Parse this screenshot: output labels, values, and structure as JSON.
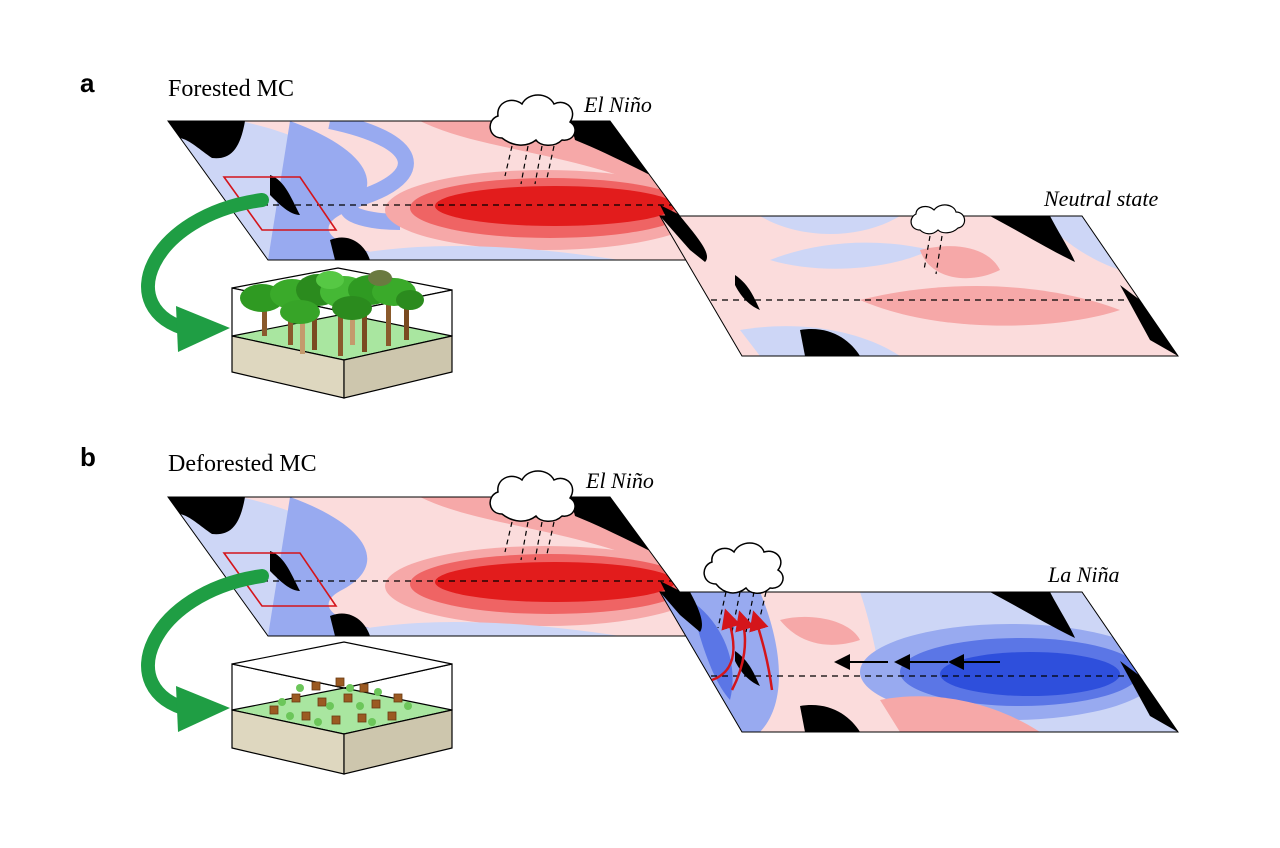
{
  "panels": [
    {
      "letter": "a",
      "title": "Forested MC",
      "left_state": "El Niño",
      "right_state": "Neutral state",
      "land_scene": "forest"
    },
    {
      "letter": "b",
      "title": "Deforested MC",
      "left_state": "El Niño",
      "right_state": "La Niña",
      "land_scene": "deforested"
    }
  ],
  "colors": {
    "warm_1": "#fbdcdc",
    "warm_2": "#f6a8a8",
    "warm_3": "#ef6464",
    "warm_4": "#e21c1c",
    "cool_1": "#cdd6f6",
    "cool_2": "#98aaf0",
    "cool_3": "#5b76e6",
    "cool_4": "#2e4fdc",
    "land": "#000000",
    "arrow_green": "#1f9e44",
    "updraft_red": "#d4151b"
  }
}
